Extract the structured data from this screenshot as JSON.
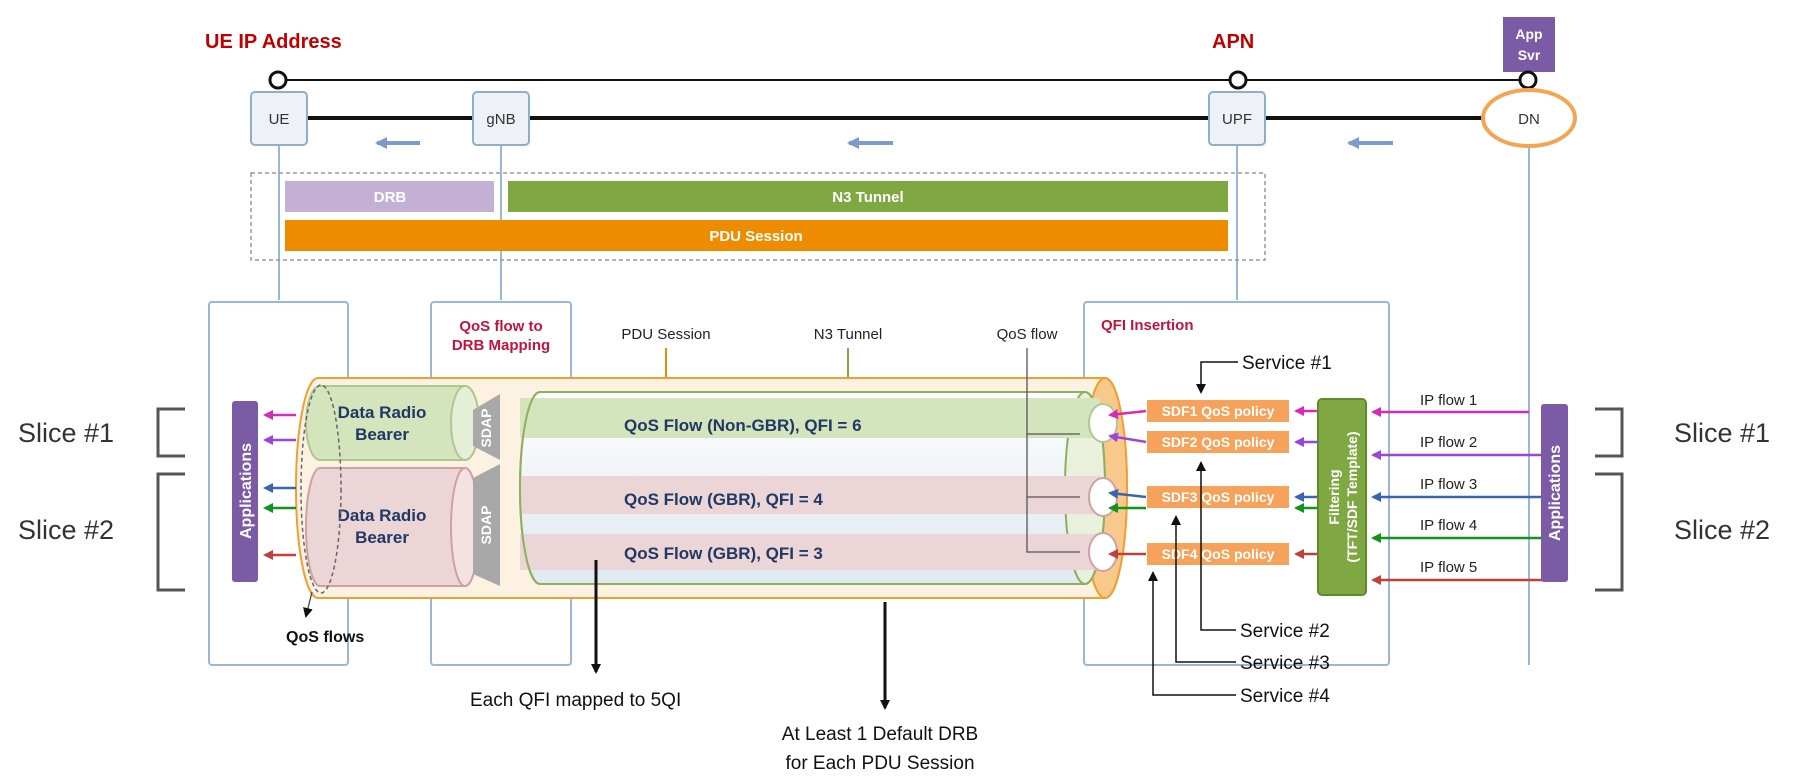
{
  "header": {
    "ue_ip_label": "UE IP Address",
    "apn_label": "APN",
    "app_server": [
      "App",
      "Svr"
    ]
  },
  "nodes": {
    "ue": "UE",
    "gnb": "gNB",
    "upf": "UPF",
    "dn": "DN"
  },
  "bars": {
    "drb": "DRB",
    "n3_tunnel": "N3 Tunnel",
    "pdu_session": "PDU Session"
  },
  "labels": {
    "qos_mapping": [
      "QoS flow to",
      "DRB Mapping"
    ],
    "pdu_session": "PDU Session",
    "n3_tunnel": "N3 Tunnel",
    "qos_flow": "QoS flow",
    "qfi_insertion": "QFI Insertion",
    "qos_flows": "QoS flows",
    "applications": "Applications",
    "sdap": "SDAP",
    "filtering": [
      "Filtering",
      "(TFT/SDF Template)"
    ]
  },
  "bearers": [
    [
      "Data Radio",
      "Bearer"
    ],
    [
      "Data Radio",
      "Bearer"
    ]
  ],
  "qos_flows": [
    "QoS Flow (Non-GBR), QFI = 6",
    "QoS Flow (GBR), QFI = 4",
    "QoS Flow (GBR), QFI = 3"
  ],
  "sdf_policies": [
    "SDF1  QoS policy",
    "SDF2 QoS policy",
    "SDF3 QoS policy",
    "SDF4 QoS policy"
  ],
  "ip_flows": [
    "IP flow 1",
    "IP flow 2",
    "IP flow 3",
    "IP flow 4",
    "IP flow 5"
  ],
  "services": [
    "Service #1",
    "Service #2",
    "Service #3",
    "Service #4"
  ],
  "slices": {
    "left": [
      "Slice #1",
      "Slice #2"
    ],
    "right": [
      "Slice #1",
      "Slice #2"
    ]
  },
  "notes": {
    "qfi_mapping": "Each QFI mapped to 5QI",
    "default_drb": [
      "At Least 1 Default DRB",
      "for Each PDU Session"
    ]
  },
  "colors": {
    "red_label": "#c00000",
    "drb": "#c5b0d5",
    "n3": "#7fa843",
    "pdu": "#ee8c00",
    "purple": "#7b5ba6",
    "sdf": "#f7a25a",
    "pink": "#d62ab8",
    "violet": "#9a44e0",
    "blue": "#3a64b0",
    "green": "#13931b",
    "darkred": "#c0403a"
  }
}
